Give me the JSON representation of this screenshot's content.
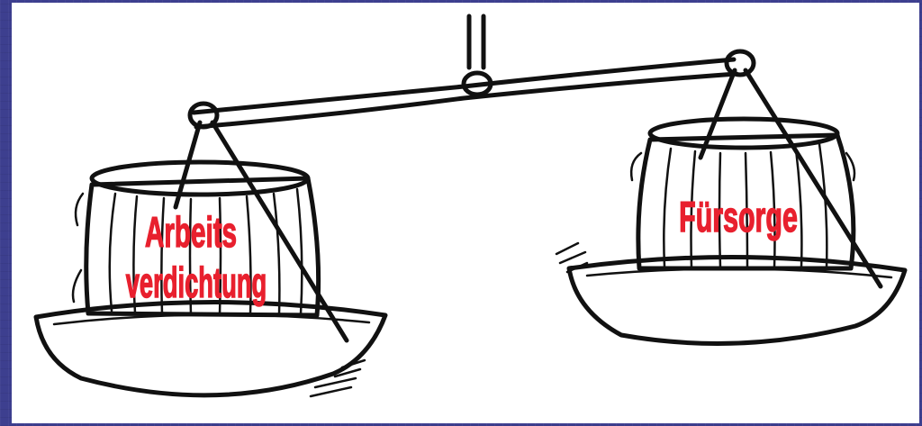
{
  "illustration": {
    "left_weight_label_line1": "Arbeits",
    "left_weight_label_line2": "verdichtung",
    "right_weight_label": "Fürsorge",
    "label_color": "#e8202e",
    "background_color": "#3d3f8f"
  }
}
